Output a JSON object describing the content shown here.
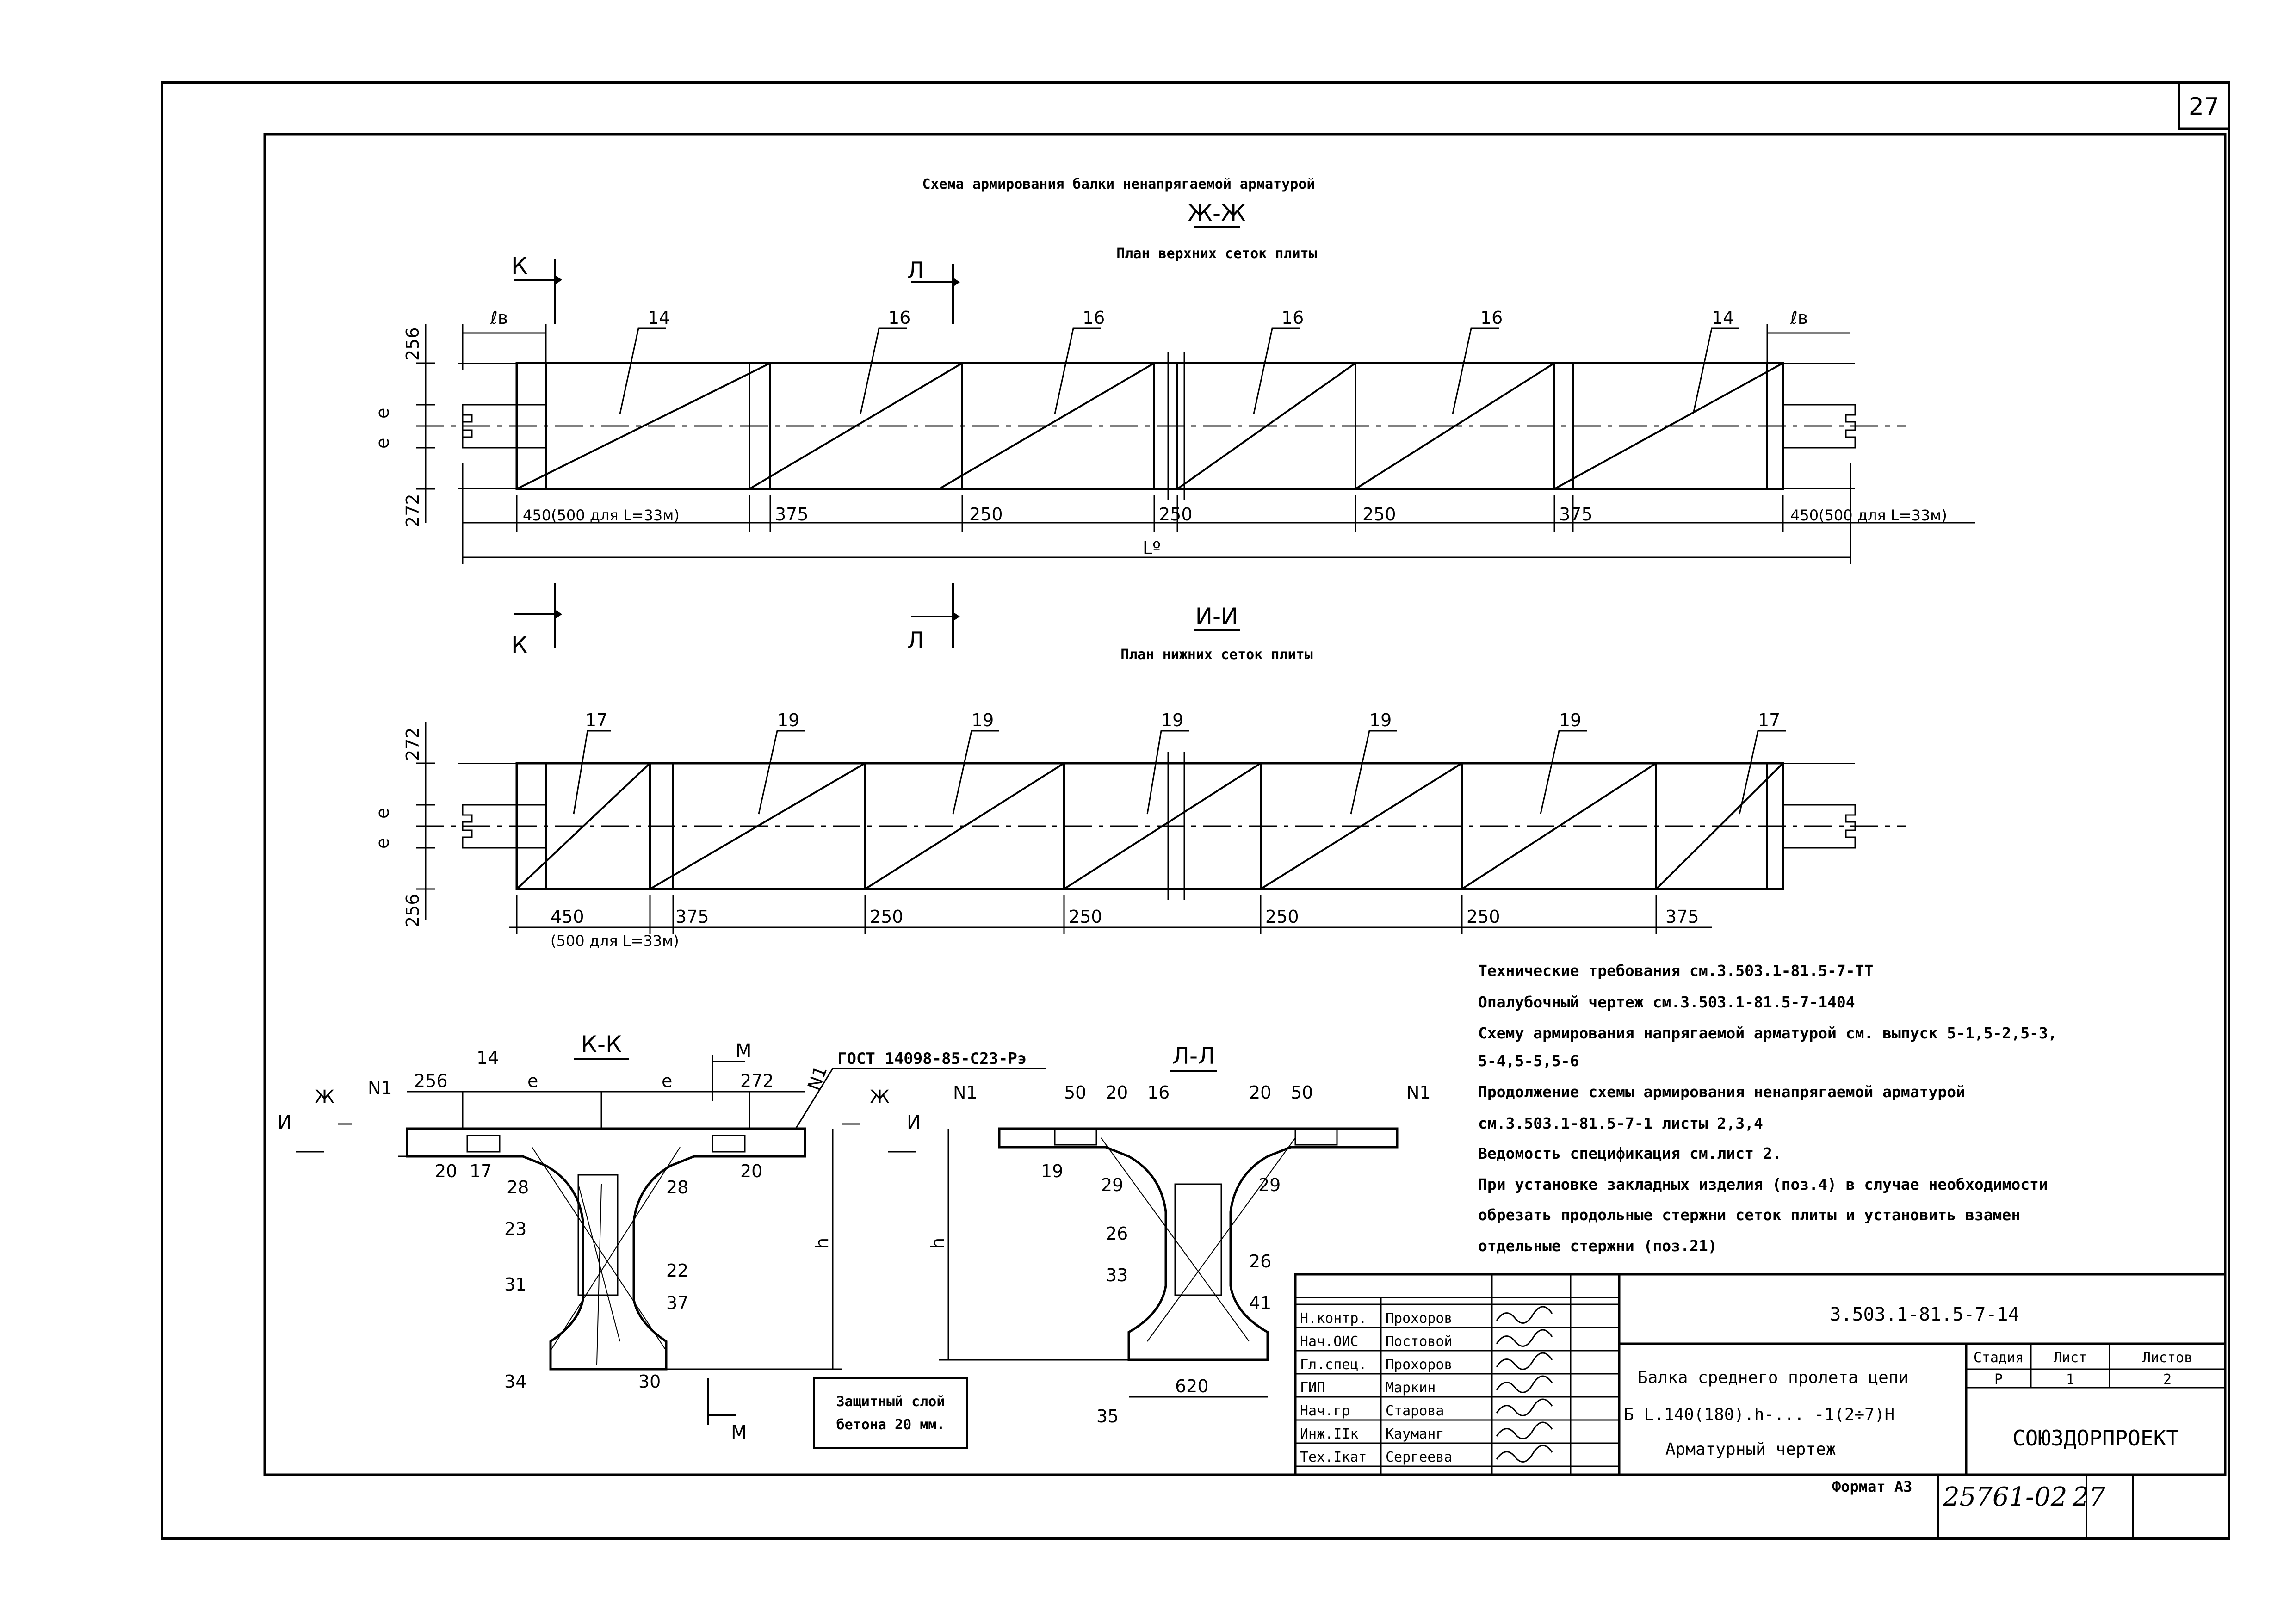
{
  "sheet_number": "27",
  "main_title": "Схема армирования балки ненапрягаемой арматурой",
  "section_top": {
    "label": "Ж-Ж",
    "subtitle": "План верхних сеток плиты",
    "cut_left": "К",
    "cut_mid": "Л",
    "bar_labels": [
      "14",
      "16",
      "16",
      "16",
      "16",
      "14"
    ],
    "le_label": "ℓв",
    "dim_left": [
      "256",
      "e",
      "e",
      "272"
    ],
    "dims_bottom": [
      "450(500 для L=33м)",
      "375",
      "250",
      "250",
      "250",
      "375",
      "450(500 для L=33м)"
    ],
    "span_label": "Lº"
  },
  "section_bottom": {
    "label": "И-И",
    "subtitle": "План нижних сеток плиты",
    "bar_labels": [
      "17",
      "19",
      "19",
      "19",
      "19",
      "19",
      "17"
    ],
    "dim_left": [
      "272",
      "e",
      "e",
      "256"
    ],
    "dims_bottom": [
      "450",
      "375",
      "250",
      "250",
      "250",
      "250",
      "375"
    ],
    "dim_note": "(500 для L=33м)"
  },
  "section_kk": {
    "label": "К-К",
    "cut_m": "М",
    "cut_zh": "Ж",
    "cut_i": "И",
    "gost": "ГОСТ 14098-85-С23-Рэ",
    "dims": [
      "256",
      "e",
      "e",
      "272"
    ],
    "callouts": [
      "N1",
      "N1",
      "14",
      "20",
      "17",
      "28",
      "28",
      "20",
      "23",
      "22",
      "31",
      "37",
      "34",
      "30"
    ],
    "h_label": "h"
  },
  "section_ll": {
    "label": "Л-Л",
    "callouts": [
      "N1",
      "50",
      "20",
      "16",
      "20",
      "50",
      "N1",
      "19",
      "29",
      "29",
      "26",
      "26",
      "33",
      "41",
      "35"
    ],
    "bottom_dim": "620",
    "h_label": "h"
  },
  "cover_note": [
    "Защитный слой",
    "бетона 20 мм."
  ],
  "notes": [
    "Технические требования см.3.503.1-81.5-7-ТТ",
    "Опалубочный чертеж см.3.503.1-81.5-7-1404",
    "Схему армирования напрягаемой арматурой см. выпуск 5-1,5-2,5-3,",
    "5-4,5-5,5-6",
    "Продолжение схемы армирования ненапрягаемой арматурой",
    "см.3.503.1-81.5-7-1 листы 2,3,4",
    "Ведомость спецификация см.лист 2.",
    "При установке закладных изделия (поз.4) в случае необходимости",
    "обрезать продольные стержни сеток плиты и установить взамен",
    "отдельные стержни (поз.21)"
  ],
  "title_block": {
    "roles": [
      "Н.контр.",
      "Нач.ОИС",
      "Гл.спец.",
      "ГИП",
      "Нач.гр",
      "Инж.IIк",
      "Тех.Iкат"
    ],
    "names": [
      "Прохоров",
      "Постовой",
      "Прохоров",
      "Маркин",
      "Старова",
      "Кауманг",
      "Сергеева"
    ],
    "code": "3.503.1-81.5-7-14",
    "desc": [
      "Балка среднего пролета цепи",
      "Б L.140(180).h-... -1(2÷7)Н",
      "Арматурный чертеж"
    ],
    "stage_header": "Стадия",
    "sheet_header": "Лист",
    "sheets_header": "Листов",
    "stage": "Р",
    "sheet": "1",
    "sheets": "2",
    "org": "СОЮЗДОРПРОЕКТ",
    "format": "Формат А3",
    "inventory": "25761-02",
    "inventory_page": "27"
  }
}
